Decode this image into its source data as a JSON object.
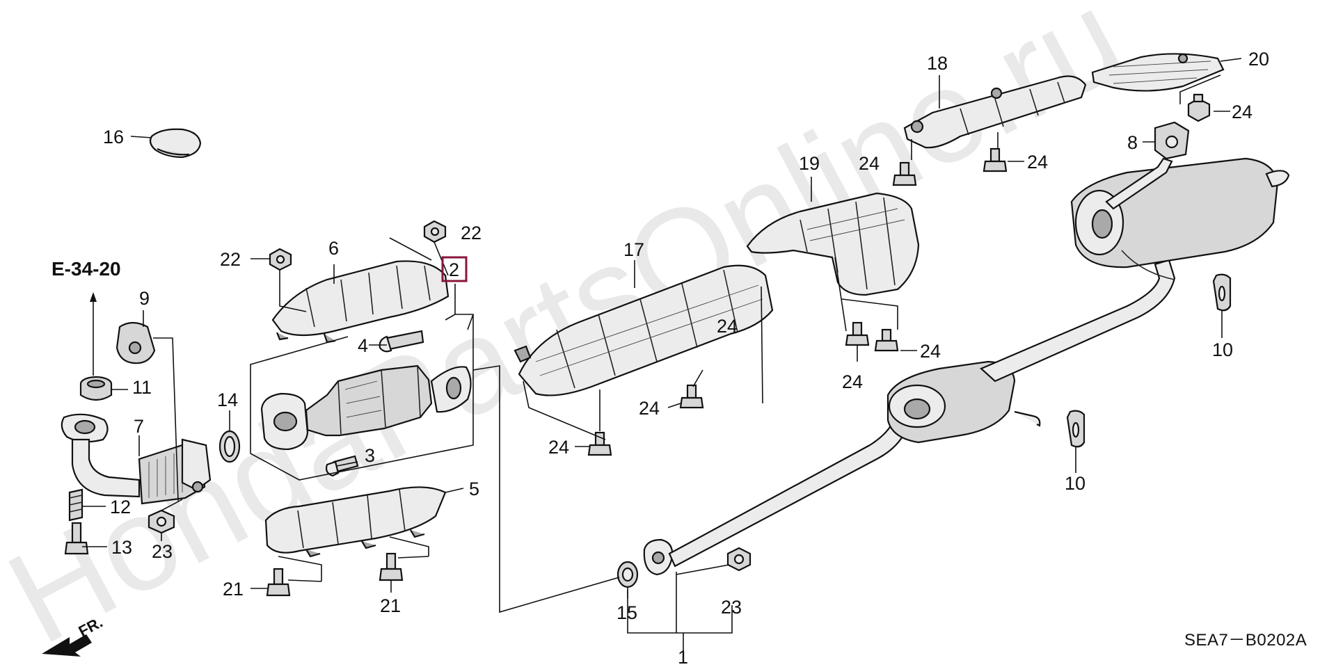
{
  "diagram": {
    "watermark": "HondaPartsOnline.ru",
    "diagram_code": "SEA7－B0202A",
    "reference_label": "E-34-20",
    "front_arrow_label": "FR.",
    "highlight_color": "#8a1538",
    "callouts": [
      {
        "id": "c1",
        "label": "1"
      },
      {
        "id": "c2",
        "label": "2"
      },
      {
        "id": "c3",
        "label": "3"
      },
      {
        "id": "c4",
        "label": "4"
      },
      {
        "id": "c5",
        "label": "5"
      },
      {
        "id": "c6",
        "label": "6"
      },
      {
        "id": "c7",
        "label": "7"
      },
      {
        "id": "c8",
        "label": "8"
      },
      {
        "id": "c9",
        "label": "9"
      },
      {
        "id": "c10a",
        "label": "10"
      },
      {
        "id": "c10b",
        "label": "10"
      },
      {
        "id": "c11",
        "label": "11"
      },
      {
        "id": "c12",
        "label": "12"
      },
      {
        "id": "c13",
        "label": "13"
      },
      {
        "id": "c14",
        "label": "14"
      },
      {
        "id": "c15",
        "label": "15"
      },
      {
        "id": "c16",
        "label": "16"
      },
      {
        "id": "c17",
        "label": "17"
      },
      {
        "id": "c18",
        "label": "18"
      },
      {
        "id": "c19",
        "label": "19"
      },
      {
        "id": "c20",
        "label": "20"
      },
      {
        "id": "c21a",
        "label": "21"
      },
      {
        "id": "c21b",
        "label": "21"
      },
      {
        "id": "c22a",
        "label": "22"
      },
      {
        "id": "c22b",
        "label": "22"
      },
      {
        "id": "c23a",
        "label": "23"
      },
      {
        "id": "c23b",
        "label": "23"
      },
      {
        "id": "c24a",
        "label": "24"
      },
      {
        "id": "c24b",
        "label": "24"
      },
      {
        "id": "c24c",
        "label": "24"
      },
      {
        "id": "c24d",
        "label": "24"
      },
      {
        "id": "c24e",
        "label": "24"
      },
      {
        "id": "c24f",
        "label": "24"
      },
      {
        "id": "c24g",
        "label": "24"
      },
      {
        "id": "c24h",
        "label": "24"
      }
    ]
  }
}
